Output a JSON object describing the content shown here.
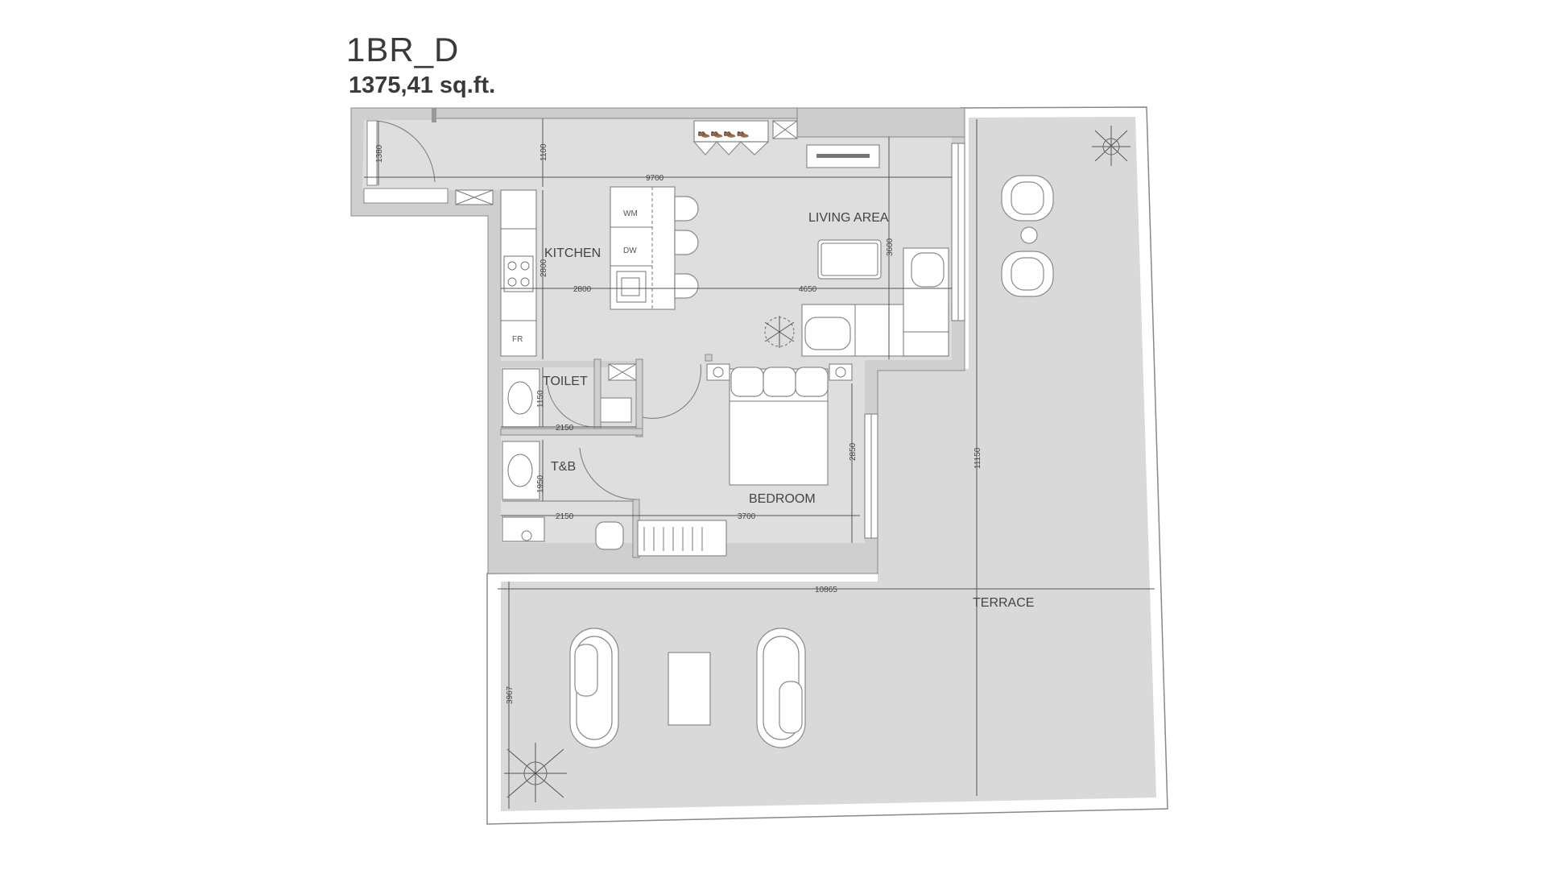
{
  "header": {
    "unit_name": "1BR_D",
    "area": "1375,41 sq.ft."
  },
  "rooms": {
    "kitchen": "KITCHEN",
    "living": "LIVING AREA",
    "toilet": "TOILET",
    "tb": "T&B",
    "bedroom": "BEDROOM",
    "terrace": "TERRACE"
  },
  "appliances": {
    "wm": "WM",
    "dw": "DW",
    "fr": "FR"
  },
  "dimensions": {
    "entry_height": "1380",
    "corridor_height": "1100",
    "total_width": "9700",
    "kitchen_height": "2800",
    "kitchen_width": "2800",
    "living_width": "4650",
    "living_height": "3600",
    "toilet_height": "1150",
    "toilet_width": "2150",
    "tb_height": "1950",
    "tb_width": "2150",
    "bedroom_width": "3700",
    "bedroom_height": "2850",
    "terrace_height_right": "11150",
    "terrace_width": "10865",
    "terrace_height_left": "3967"
  },
  "colors": {
    "floor": "#dedede",
    "wall": "#cfcfcf",
    "line": "#555555"
  }
}
